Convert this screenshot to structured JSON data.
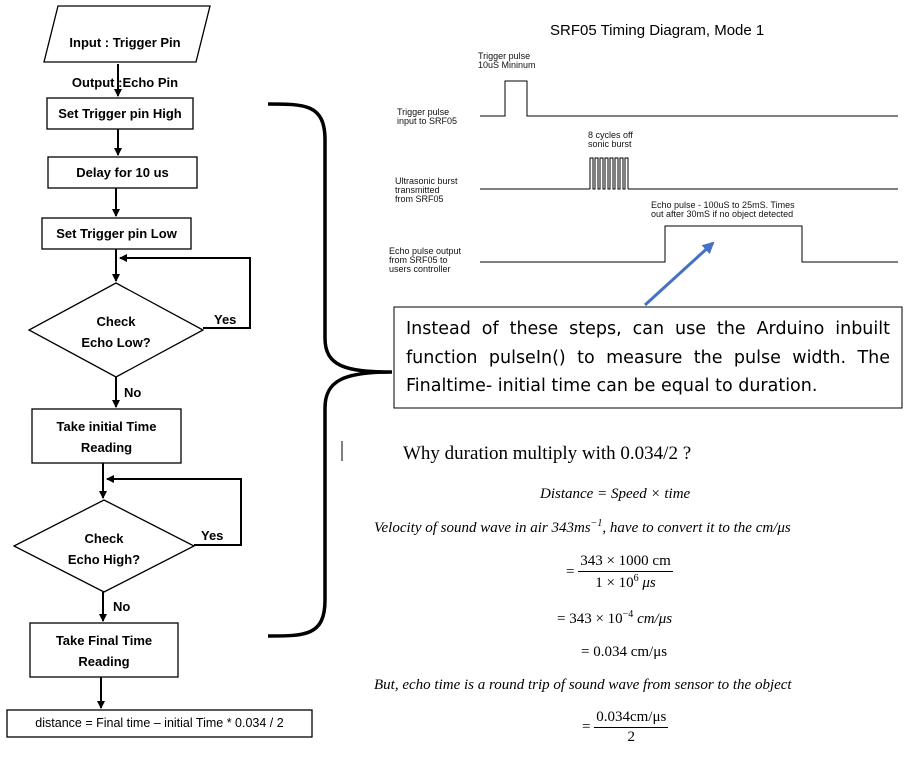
{
  "flowchart": {
    "io_input": "Input : Trigger Pin",
    "io_output": "Output :Echo Pin",
    "set_high": "Set Trigger pin High",
    "delay": "Delay for 10 us",
    "set_low": "Set Trigger pin Low",
    "check_low": "Check\nEcho Low?",
    "yes_1": "Yes",
    "no_1": "No",
    "initial_time": "Take initial Time\nReading",
    "check_high": "Check\nEcho High?",
    "yes_2": "Yes",
    "no_2": "No",
    "final_time": "Take Final Time\nReading",
    "distance": "distance = Final time – initial Time * 0.034 / 2"
  },
  "timing": {
    "title": "SRF05 Timing Diagram, Mode 1",
    "trigger_note": "Trigger pulse\n10uS Mininum",
    "trigger_label": "Trigger pulse\ninput to SRF05",
    "burst_note": "8 cycles off\nsonic burst",
    "burst_label": "Ultrasonic burst\ntransmitted\nfrom SRF05",
    "echo_note": "Echo pulse - 100uS to 25mS. Times\nout after 30mS if no object detected",
    "echo_label": "Echo pulse output\nfrom SRF05 to\nusers controller"
  },
  "callout": {
    "text": "Instead of these steps, can use the Arduino inbuilt function pulseIn() to measure the pulse width. The Finaltime- initial time can be equal to  duration."
  },
  "explanation": {
    "question": "Why duration multiply with 0.034/2 ?",
    "formula1": "Distance = Speed  × time",
    "velocity": "Velocity of sound wave in air 343ms",
    "velocity_exp": "−1",
    "velocity_tail": ", have to convert it to the cm/μs",
    "frac1_num": "343  × 1000 cm",
    "frac1_den_a": "1 × 10",
    "frac1_den_exp": "6",
    "frac1_den_b": " μs",
    "step2_a": "= 343  × 10",
    "step2_exp": "−4",
    "step2_b": " cm/μs",
    "step3": "= 0.034 cm/μs",
    "echo_note": "But, echo time is a round trip of sound wave from sensor to the object",
    "frac2_num": "0.034cm/μs",
    "frac2_den": "2",
    "equals": "="
  },
  "colors": {
    "callout_arrow": "#4472c4"
  }
}
